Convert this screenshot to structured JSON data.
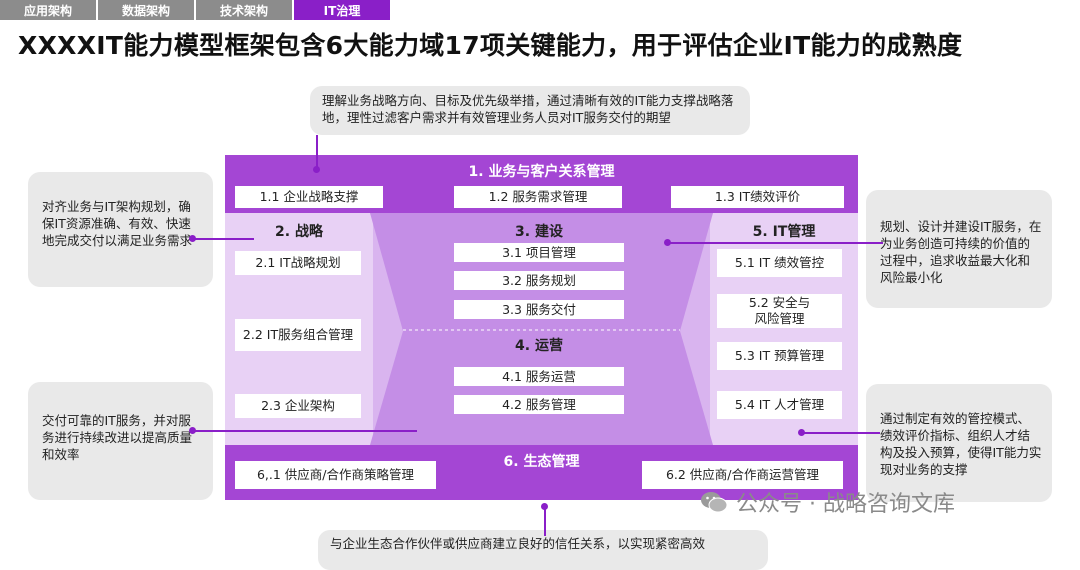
{
  "tabs": [
    "应用架构",
    "数据架构",
    "技术架构",
    "IT治理"
  ],
  "title": "XXXXIT能力模型框架包含6大能力域17项关键能力，用于评估企业IT能力的成熟度",
  "callouts": {
    "top": "理解业务战略方向、目标及优先级举措，通过清晰有效的IT能力支撑战略落地，理性过滤客户需求并有效管理业务人员对IT服务交付的期望",
    "left_top": "对齐业务与IT架构规划，确保IT资源准确、有效、快速地完成交付以满足业务需求",
    "left_bottom": "交付可靠的IT服务，并对服务进行持续改进以提高质量和效率",
    "right_top": "规划、设计并建设IT服务，在为业务创造可持续的价值的过程中，追求收益最大化和风险最小化",
    "right_bottom": "通过制定有效的管控模式、绩效评价指标、组织人才结构及投入预算，使得IT能力实现对业务的支撑",
    "bottom": "与企业生态合作伙伴或供应商建立良好的信任关系，以实现紧密高效"
  },
  "domains": {
    "d1": {
      "title": "1. 业务与客户关系管理",
      "items": [
        "1.1 企业战略支撑",
        "1.2 服务需求管理",
        "1.3 IT绩效评价"
      ]
    },
    "d2": {
      "title": "2. 战略",
      "items": [
        "2.1 IT战略规划",
        "2.2 IT服务组合管理",
        "2.3 企业架构"
      ]
    },
    "d3": {
      "title": "3. 建设",
      "items": [
        "3.1 项目管理",
        "3.2 服务规划",
        "3.3 服务交付"
      ]
    },
    "d4": {
      "title": "4. 运营",
      "items": [
        "4.1 服务运营",
        "4.2 服务管理"
      ]
    },
    "d5": {
      "title": "5. IT管理",
      "items": [
        "5.1 IT 绩效管控",
        "5.2 安全与风险管理",
        "5.3 IT 预算管理",
        "5.4 IT 人才管理"
      ]
    },
    "d6": {
      "title": "6. 生态管理",
      "items": [
        "6,.1 供应商/合作商策略管理",
        "6.2 供应商/合作商运营管理"
      ]
    }
  },
  "watermark": "公众号 · 战略咨询文库",
  "colors": {
    "accent": "#8a1fc8",
    "band": "#a446d4",
    "light": "#d9b4ef",
    "lighter": "#e8d1f5",
    "trapezoid": "#c48ee6",
    "callout_bg": "#e9e9e9"
  }
}
